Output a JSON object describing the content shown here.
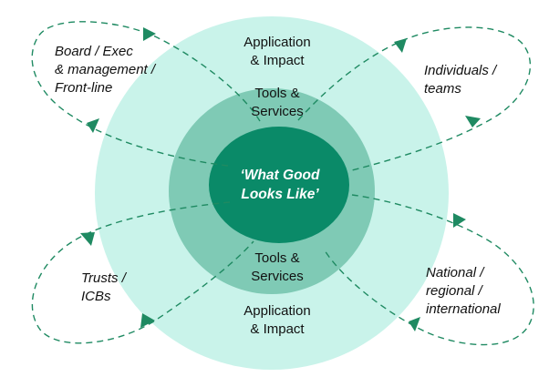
{
  "colors": {
    "outer_ring": "#c9f3ea",
    "middle_ring": "#7fcab5",
    "core": "#0a8a68",
    "dashed_arrows": "#1f8a62",
    "text": "#111111",
    "core_text": "#ffffff"
  },
  "rings": {
    "outer_top": [
      "Application",
      "& Impact"
    ],
    "outer_bottom": [
      "Application",
      "& Impact"
    ],
    "middle_top": [
      "Tools &",
      "Services"
    ],
    "middle_bottom": [
      "Tools &",
      "Services"
    ],
    "core": [
      "‘What Good",
      "Looks Like’"
    ]
  },
  "stakeholders": {
    "top_left": [
      "Board / Exec",
      "& management /",
      "Front-line"
    ],
    "top_right": [
      "Individuals /",
      "teams"
    ],
    "bottom_left": [
      "Trusts /",
      "ICBs"
    ],
    "bottom_right": [
      "National /",
      "regional /",
      "international"
    ]
  },
  "icons": [
    "triangle-arrowhead-icon"
  ]
}
